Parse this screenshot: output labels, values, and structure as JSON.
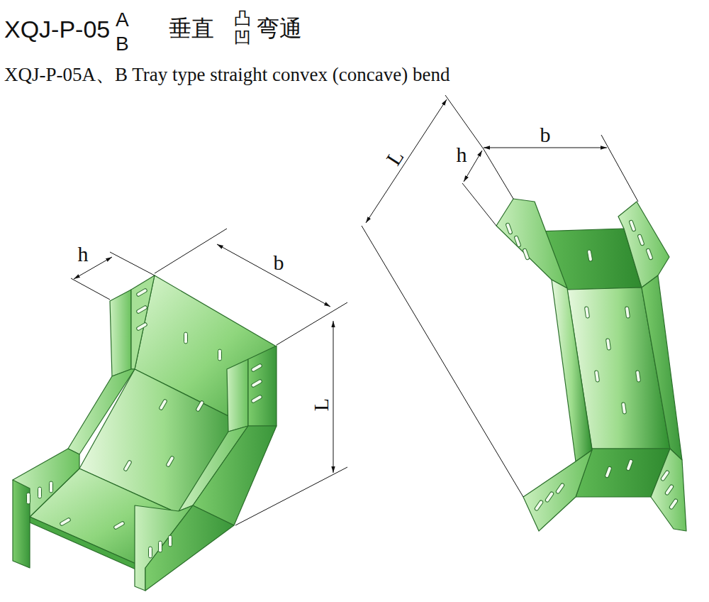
{
  "diagram": {
    "title": "XQJ-P-05A、B Tray type straight convex (concave) bend",
    "labels": [
      "XQJ-P-05",
      "A",
      "B",
      "垂直",
      "凸",
      "凹",
      "弯通",
      "h",
      "b",
      "L",
      "L",
      "b",
      "h"
    ]
  }
}
